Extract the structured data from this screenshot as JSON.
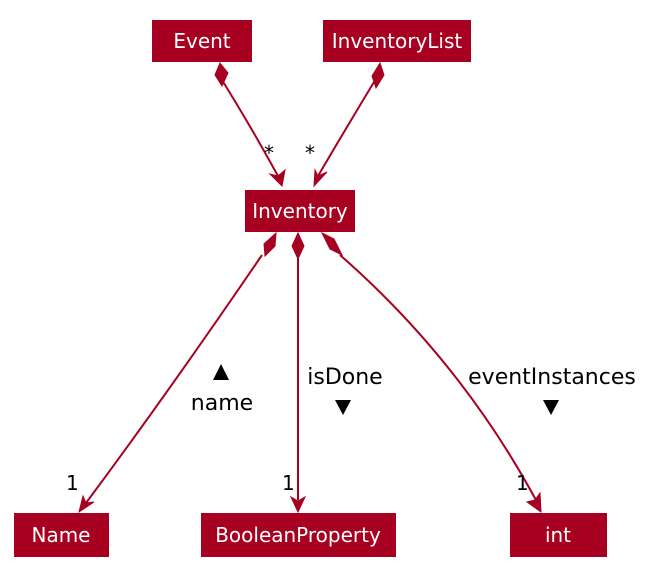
{
  "classes": {
    "event": "Event",
    "inventory_list": "InventoryList",
    "inventory": "Inventory",
    "name": "Name",
    "boolean_property": "BooleanProperty",
    "int": "int"
  },
  "associations": {
    "event_to_inventory": {
      "multiplicity": "*"
    },
    "inventory_list_to_inventory": {
      "multiplicity": "*"
    },
    "inventory_to_name": {
      "role": "name",
      "direction": "up",
      "multiplicity": "1"
    },
    "inventory_to_boolean_property": {
      "role": "isDone",
      "direction": "down",
      "multiplicity": "1"
    },
    "inventory_to_int": {
      "role": "eventInstances",
      "direction": "down",
      "multiplicity": "1"
    }
  },
  "colors": {
    "class_fill": "#a80020",
    "class_text": "#ffffff",
    "edge": "#a80020",
    "text": "#000000"
  }
}
